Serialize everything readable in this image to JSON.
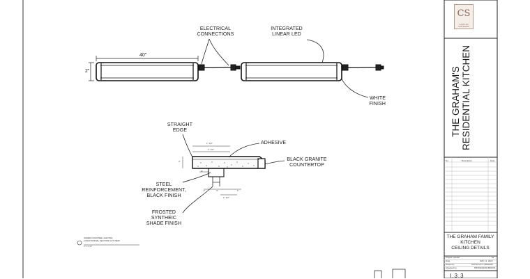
{
  "logo": {
    "monogram": "CS",
    "tagline": "CAITLIN STEWART"
  },
  "title_block": {
    "vertical_title": [
      "THE GRAHAM'S",
      "RESIDENTIAL KITCHEN"
    ],
    "revision_headers": {
      "no": "No.",
      "description": "Description",
      "date": "Date"
    },
    "project_name": "THE GRAHAM FAMILY KITCHEN",
    "sheet_title": "CEILING DETAILS",
    "info": [
      {
        "label": "Project number",
        "value": "01"
      },
      {
        "label": "Date",
        "value": "MAY 11, 2022"
      },
      {
        "label": "Drawn by",
        "value": "CAITLIN ST. GRAHAM"
      },
      {
        "label": "Checked by",
        "value": "PROFESSOR BROOK"
      }
    ],
    "sheet_number": "I.3.3"
  },
  "light_fixture": {
    "labels": {
      "electrical": "ELECTRICAL CONNECTIONS",
      "integrated_led": "INTEGRATED LINEAR LED",
      "white_finish": "WHITE FINISH"
    },
    "dim_width": "40\"",
    "dim_height": "2\""
  },
  "countertop": {
    "labels": {
      "straight_edge": "STRAIGHT EDGE",
      "adhesive": "ADHESIVE",
      "black_granite": "BLACK GRANITE COUNTERTOP",
      "steel": "STEEL REINFORCEMENT, BLACK FINISH",
      "frosted": "FROSTED SYNTHEIC SHADE FINISH"
    },
    "dims": [
      "1\" 1/2\"",
      "1\" 1/2\"",
      "3\"",
      "4\"",
      "1\"",
      "1\"",
      "3\"",
      "1\" 1/2\""
    ]
  },
  "caption": {
    "line1": "UNDER COUNTER LIGHTING",
    "line2": "LONGITUDINAL SECTION CUT VIEW",
    "scale": "1\" = 1'-0\""
  }
}
